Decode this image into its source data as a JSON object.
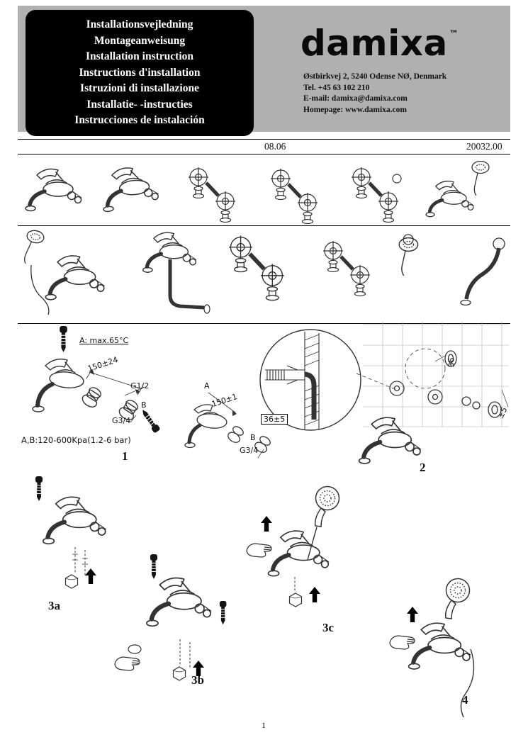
{
  "page": {
    "date": "08.06",
    "doc_number": "20032.00",
    "page_number": "1"
  },
  "header": {
    "languages": [
      "Installationsvejledning",
      "Montageanweisung",
      "Installation instruction",
      "Instructions d'installation",
      "Istruzioni di installazione",
      "Installatie- -instructies",
      "Instrucciones de instalación"
    ],
    "brand": "damixa",
    "trademark": "™",
    "contact": {
      "address": "Østbirkvej 2, 5240 Odense NØ, Denmark",
      "phone": "Tel. +45 63 102 210",
      "email": "E-mail: damixa@damixa.com",
      "homepage": "Homepage: www.damixa.com"
    }
  },
  "figure1": {
    "temp_limit": "A: max.65°C",
    "dim_center": "150±24",
    "thread_top": "G1/2",
    "port_b": "B",
    "thread_bottom": "G3/4",
    "pressure_range": "A,B:120-600Kpa(1.2-6 bar)",
    "label": "1",
    "port_a": "A",
    "dim_center2": "150±1",
    "port_b2": "B",
    "thread_bottom2": "G3/4"
  },
  "figure2": {
    "detail_dim": "36±5",
    "wall_dim": "36",
    "tolerance": "±5",
    "label": "2"
  },
  "steps": {
    "s3a": "3a",
    "s3b": "3b",
    "s3c": "3c",
    "s4": "4"
  }
}
